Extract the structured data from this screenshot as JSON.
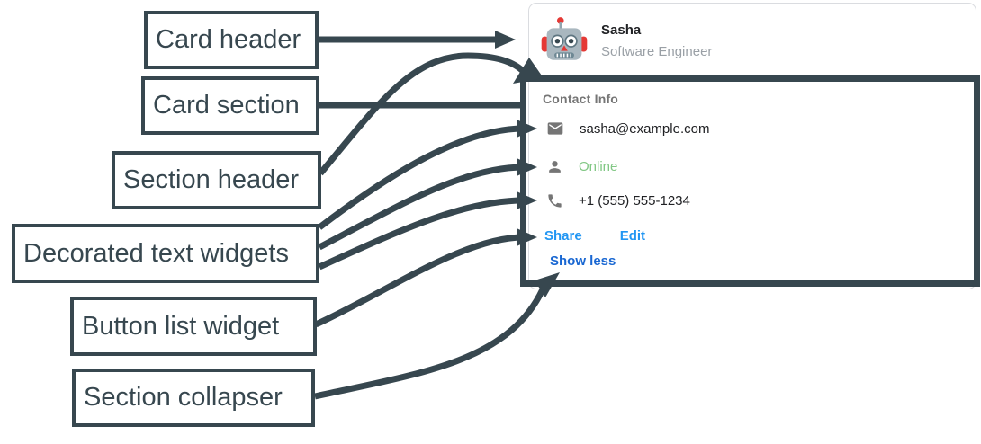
{
  "labels": [
    {
      "text": "Card header"
    },
    {
      "text": "Card section"
    },
    {
      "text": "Section header"
    },
    {
      "text": "Decorated text widgets"
    },
    {
      "text": "Button list widget"
    },
    {
      "text": "Section collapser"
    }
  ],
  "card": {
    "header": {
      "avatar_icon": "robot-icon",
      "name": "Sasha",
      "subtitle": "Software Engineer"
    },
    "section": {
      "header": "Contact Info",
      "rows": [
        {
          "icon": "mail-icon",
          "text": "sasha@example.com"
        },
        {
          "icon": "person-icon",
          "text": "Online"
        },
        {
          "icon": "phone-icon",
          "text": "+1 (555) 555-1234"
        }
      ],
      "buttons": [
        {
          "label": "Share"
        },
        {
          "label": "Edit"
        }
      ],
      "collapser": {
        "label": "Show less"
      }
    }
  },
  "colors": {
    "annotation_dark": "#37474F",
    "link_blue": "#2196F3",
    "collapser_blue": "#1967D2",
    "online_green": "#81C784",
    "icon_gray": "#757575",
    "card_border": "#DADCE0",
    "name_text": "#202124",
    "subtitle_text": "#9AA0A6",
    "avatar_red": "#E53935",
    "avatar_gray": "#A9B7BF"
  }
}
